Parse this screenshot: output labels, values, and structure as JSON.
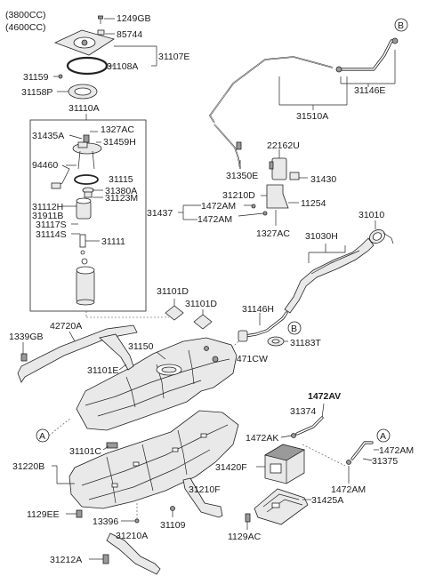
{
  "header": {
    "variant_1": "(3800CC)",
    "variant_2": "(4600CC)"
  },
  "callouts": {
    "A_left": "A",
    "A_right": "A",
    "B_top": "B",
    "B_mid": "B"
  },
  "labels": {
    "p1249GB": "1249GB",
    "p85744": "85744",
    "p31107E": "31107E",
    "p31108A": "31108A",
    "p31159": "31159",
    "p31158P": "31158P",
    "p31110A": "31110A",
    "p1327AC_a": "1327AC",
    "p31435A": "31435A",
    "p31459H": "31459H",
    "p94460": "94460",
    "p31115": "31115",
    "p31380A": "31380A",
    "p31112H": "31112H",
    "p31123M": "31123M",
    "p31911B": "31911B",
    "p31117S": "31117S",
    "p31114S": "31114S",
    "p31111": "31111",
    "p31146E": "31146E",
    "p31510A": "31510A",
    "p22162U": "22162U",
    "p31350E": "31350E",
    "p31430": "31430",
    "p31210D": "31210D",
    "p1472AM_a": "1472AM",
    "p31437": "31437",
    "p1472AM_b": "1472AM",
    "p11254": "11254",
    "p1327AC_b": "1327AC",
    "p31010": "31010",
    "p31030H": "31030H",
    "p31101D_a": "31101D",
    "p31101D_b": "31101D",
    "p31146H": "31146H",
    "p1339GB": "1339GB",
    "p42720A": "42720A",
    "p31150": "31150",
    "p31101E": "31101E",
    "p1471CW": "1471CW",
    "p31183T": "31183T",
    "p1472AV": "1472AV",
    "p31374": "31374",
    "p1472AK": "1472AK",
    "p1472AM_c": "1472AM",
    "p31375": "31375",
    "p31220B": "31220B",
    "p31101C": "31101C",
    "p31420F": "31420F",
    "p1472AM_d": "1472AM",
    "p31210F": "31210F",
    "p31425A": "31425A",
    "p1129EE": "1129EE",
    "p13396": "13396",
    "p31109": "31109",
    "p1129AC": "1129AC",
    "p31210A": "31210A",
    "p31212A": "31212A"
  }
}
